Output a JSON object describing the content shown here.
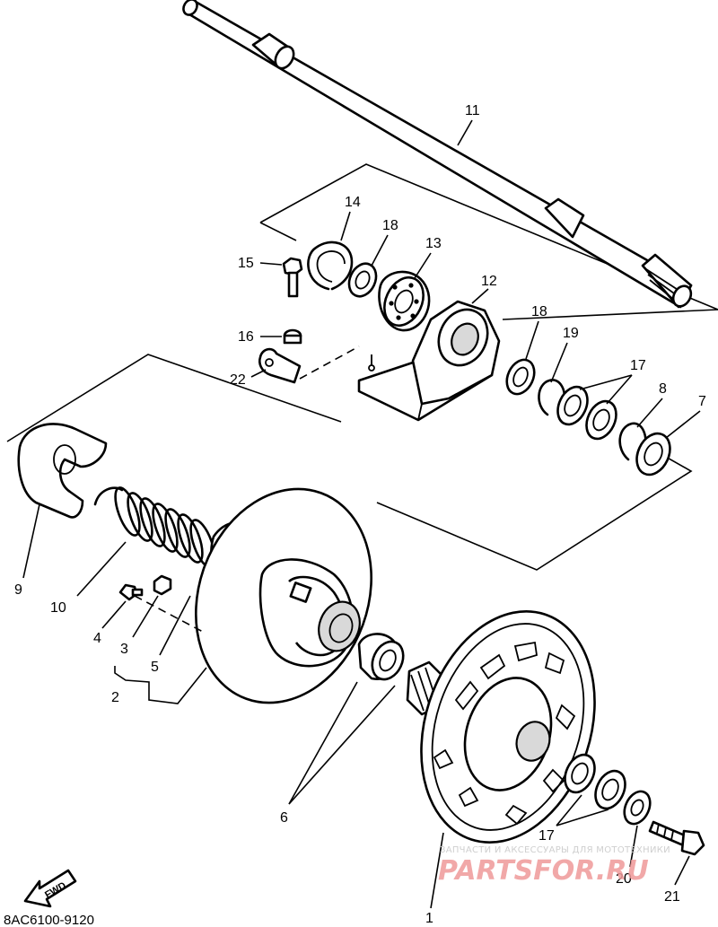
{
  "diagram": {
    "part_code": "8AC6100-9120",
    "fwd_label": "FWD",
    "callouts": {
      "c1": "1",
      "c2": "2",
      "c3": "3",
      "c4": "4",
      "c5": "5",
      "c6": "6",
      "c7": "7",
      "c8": "8",
      "c9": "9",
      "c10": "10",
      "c11": "11",
      "c12": "12",
      "c13": "13",
      "c14": "14",
      "c15": "15",
      "c16": "16",
      "c17a": "17",
      "c17b": "17",
      "c18a": "18",
      "c18b": "18",
      "c19": "19",
      "c20": "20",
      "c21": "21",
      "c22": "22"
    }
  },
  "watermark": {
    "tagline": "ЗАПЧАСТИ И АКСЕССУАРЫ ДЛЯ МОТОТЕХНИКИ",
    "brand": "PARTSFOR.RU"
  }
}
